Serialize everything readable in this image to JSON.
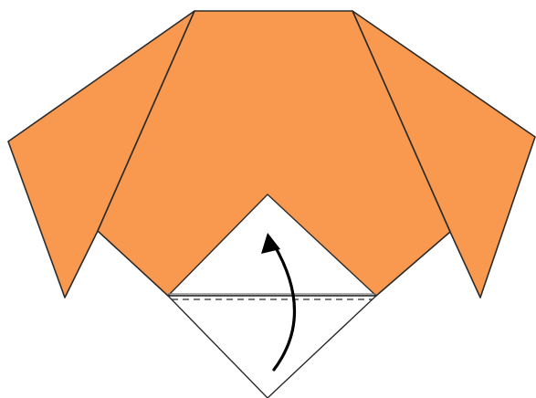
{
  "diagram": {
    "subject": "origami-dog-face-fold-step",
    "colors": {
      "paper_orange": "#f9994f",
      "paper_white": "#ffffff",
      "outline": "#2b2b2b",
      "fold_line": "#7a7a7a",
      "arrow": "#000000"
    },
    "parts": [
      "left-ear",
      "right-ear",
      "head",
      "muzzle-flap",
      "mountain-fold-line",
      "valley-fold-line",
      "fold-up-arrow"
    ]
  }
}
